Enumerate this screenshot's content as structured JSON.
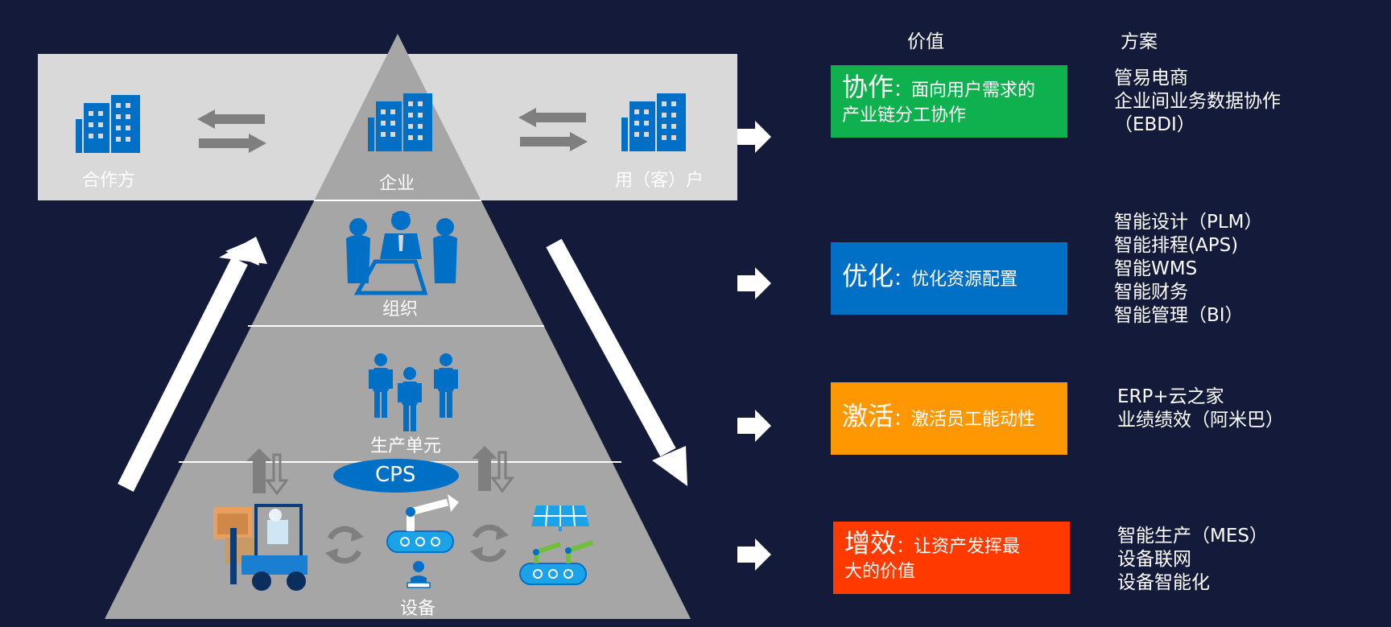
{
  "header": {
    "value_col": "价值",
    "solution_col": "方案"
  },
  "top_band": {
    "left_label": "合作方",
    "center_label": "企业",
    "right_label": "用（客）户"
  },
  "pyramid": {
    "org_label": "组织",
    "unit_label": "生产单元",
    "cps_label": "CPS",
    "device_label": "设备"
  },
  "values": [
    {
      "key": "协作",
      "sep": "：",
      "desc_line1": "面向用户需求的",
      "desc_line2": "产业链分工协作",
      "color": "#0fb14e"
    },
    {
      "key": "优化",
      "sep": "：",
      "desc_line1": "优化资源配置",
      "desc_line2": "",
      "color": "#0070c6"
    },
    {
      "key": "激活",
      "sep": "：",
      "desc_line1": "激活员工能动性",
      "desc_line2": "",
      "color": "#ff9800"
    },
    {
      "key": "增效",
      "sep": "：",
      "desc_line1": "让资产发挥最",
      "desc_line2": "大的价值",
      "color": "#ff3a00"
    }
  ],
  "solutions": [
    {
      "lines": [
        "管易电商",
        "企业间业务数据协作",
        "（EBDI）"
      ]
    },
    {
      "lines": [
        "智能设计（PLM）",
        "智能排程(APS)",
        "智能WMS",
        "智能财务",
        "智能管理（BI）"
      ]
    },
    {
      "lines": [
        "ERP+云之家",
        "业绩绩效（阿米巴）"
      ]
    },
    {
      "lines": [
        "智能生产（MES）",
        "设备联网",
        "设备智能化"
      ]
    }
  ],
  "colors": {
    "background": "#141a3a",
    "pyramid": "#a6a6a6",
    "band": "#d9d9d9",
    "icon_blue": "#0070c6",
    "arrow_gray": "#7f7f7f"
  },
  "icons": [
    "building-icon",
    "swap-arrows-icon",
    "meeting-icon",
    "workers-icon",
    "forklift-icon",
    "robot-arm-icon",
    "cycle-icon",
    "solar-panel-icon",
    "operator-icon",
    "right-arrow-icon"
  ]
}
